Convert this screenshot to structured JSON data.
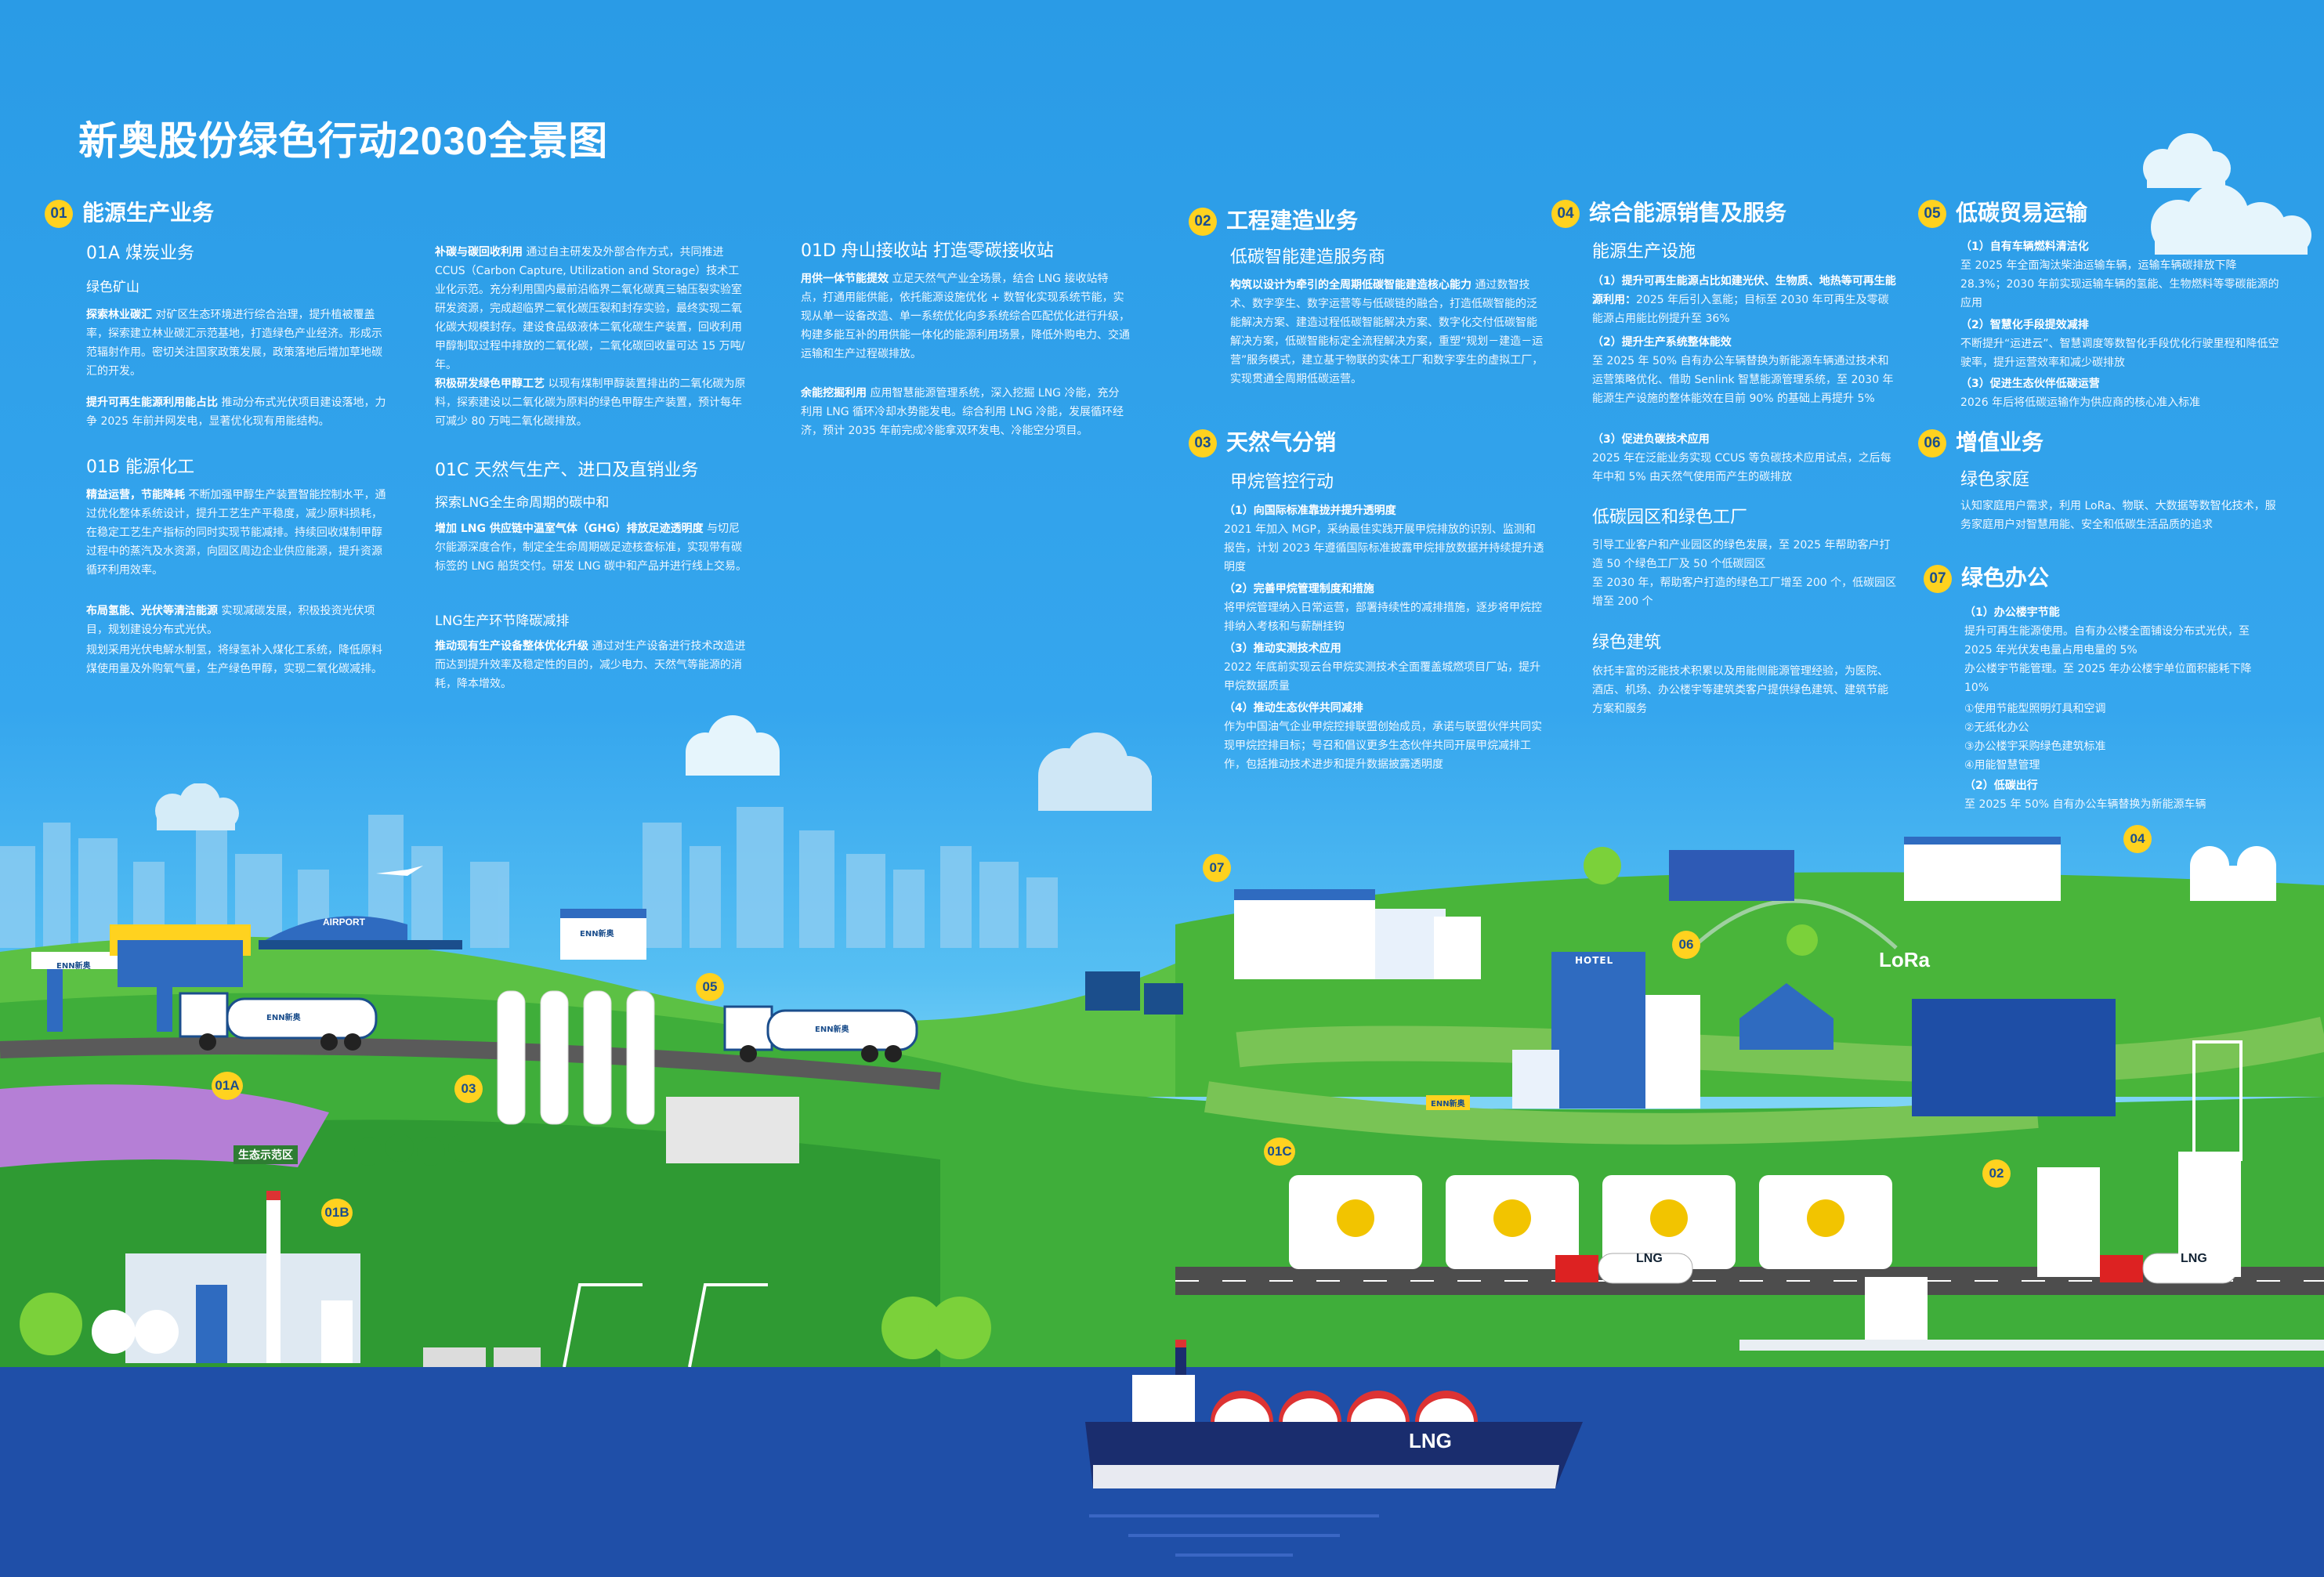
{
  "title": "新奥股份绿色行动2030全景图",
  "colors": {
    "sky": "#2a9be6",
    "badge": "#ffd21f",
    "grass": "#3fae3a",
    "sea": "#1f4fa8"
  },
  "left": {
    "s01": {
      "num": "01",
      "title": "能源生产业务"
    },
    "s01a": {
      "title": "01A 煤炭业务",
      "sub": "绿色矿山",
      "p1_b": "探索林业碳汇",
      "p1": "对矿区生态环境进行综合治理，提升植被覆盖率，探索建立林业碳汇示范基地，打造绿色产业经济。形成示范辐射作用。密切关注国家政策发展，政策落地后增加草地碳汇的开发。",
      "p2_b": "提升可再生能源利用能占比",
      "p2": "推动分布式光伏项目建设落地，力争 2025 年前并网发电，显著优化现有用能结构。"
    },
    "s01b": {
      "title": "01B 能源化工",
      "p1_b": "精益运营，节能降耗",
      "p1": "不断加强甲醇生产装置智能控制水平，通过优化整体系统设计，提升工艺生产平稳度，减少原料损耗，在稳定工艺生产指标的同时实现节能减排。持续回收煤制甲醇过程中的蒸汽及水资源，向园区周边企业供应能源，提升资源循环利用效率。",
      "p2_b": "布局氢能、光伏等清洁能源",
      "p2": "实现减碳发展，积极投资光伏项目，规划建设分布式光伏。",
      "p3": "规划采用光伏电解水制氢，将绿氢补入煤化工系统，降低原料煤使用量及外购氧气量，生产绿色甲醇，实现二氧化碳减排。"
    }
  },
  "mid": {
    "ccus_b": "补碳与碳回收利用",
    "ccus": "通过自主研发及外部合作方式，共同推进 CCUS（Carbon Capture, Utilization and Storage）技术工业化示范。充分利用国内最前沿临界二氧化碳真三轴压裂实验室研发资源，完成超临界二氧化碳压裂和封存实验，最终实现二氧化碳大规模封存。建设食品级液体二氧化碳生产装置，回收利用甲醇制取过程中排放的二氧化碳，二氧化碳回收量可达 15 万吨/年。",
    "ccus2_b": "积极研发绿色甲醇工艺",
    "ccus2": "以现有煤制甲醇装置排出的二氧化碳为原料，探索建设以二氧化碳为原料的绿色甲醇生产装置，预计每年可减少 80 万吨二氧化碳排放。",
    "s01c": {
      "title": "01C 天然气生产、进口及直销业务",
      "sub": "探索LNG全生命周期的碳中和",
      "p1_b": "增加 LNG 供应链中温室气体（GHG）排放足迹透明度",
      "p1": "与切尼尔能源深度合作，制定全生命周期碳足迹核查标准，实现带有碳标签的 LNG 船货交付。研发 LNG 碳中和产品并进行线上交易。",
      "sub2": "LNG生产环节降碳减排",
      "p2_b": "推动现有生产设备整体优化升级",
      "p2": "通过对生产设备进行技术改造进而达到提升效率及稳定性的目的，减少电力、天然气等能源的消耗，降本增效。"
    },
    "s01d": {
      "title": "01D 舟山接收站    打造零碳接收站",
      "p1_b": "用供一体节能提效",
      "p1": "立足天然气产业全场景，结合 LNG 接收站特点，打通用能供能，依托能源设施优化 + 数智化实现系统节能，实现从单一设备改造、单一系统优化向多系统综合匹配优化进行升级，构建多能互补的用供能一体化的能源利用场景，降低外购电力、交通运输和生产过程碳排放。",
      "p2_b": "余能挖掘利用",
      "p2": "应用智慧能源管理系统，深入挖掘 LNG 冷能，充分利用 LNG 循环冷却水势能发电。综合利用 LNG 冷能，发展循环经济，预计 2035 年前完成冷能拿双环发电、冷能空分项目。"
    }
  },
  "right1": {
    "s02": {
      "num": "02",
      "title": "工程建造业务",
      "sub": "低碳智能建造服务商",
      "p1_b": "构筑以设计为牵引的全周期低碳智能建造核心能力",
      "p1": "通过数智技术、数字孪生、数字运营等与低碳链的融合，打造低碳智能的泛能解决方案、建造过程低碳智能解决方案、数字化交付低碳智能解决方案，低碳智能标定全流程解决方案，重塑“规划－建造－运营”服务模式，建立基于物联的实体工厂和数字孪生的虚拟工厂，实现贯通全周期低碳运营。"
    },
    "s03": {
      "num": "03",
      "title": "天然气分销",
      "sub": "甲烷管控行动",
      "i1_b": "（1）向国际标准靠拢并提升透明度",
      "i1": "2021 年加入 MGP，采纳最佳实践开展甲烷排放的识别、监测和报告，计划 2023 年遵循国际标准披露甲烷排放数据并持续提升透明度",
      "i2_b": "（2）完善甲烷管理制度和措施",
      "i2": "将甲烷管理纳入日常运营，部署持续性的减排措施，逐步将甲烷控排纳入考核和与薪酬挂钩",
      "i3_b": "（3）推动实测技术应用",
      "i3": "2022 年底前实现云台甲烷实测技术全面覆盖城燃项目厂站，提升甲烷数据质量",
      "i4_b": "（4）推动生态伙伴共同减排",
      "i4": "作为中国油气企业甲烷控排联盟创始成员，承诺与联盟伙伴共同实现甲烷控排目标；号召和倡议更多生态伙伴共同开展甲烷减排工作，包括推动技术进步和提升数据披露透明度"
    }
  },
  "right2": {
    "s04": {
      "num": "04",
      "title": "综合能源销售及服务",
      "sub": "能源生产设施",
      "i1_b": "（1）提升可再生能源占比如建光伏、生物质、地热等可再生能源利用：",
      "i1": "2025 年后引入氢能；目标至 2030 年可再生及零碳能源占用能比例提升至 36%",
      "i2_b": "（2）提升生产系统整体能效",
      "i2": "至 2025 年 50% 自有办公车辆替换为新能源车辆通过技术和运营策略优化、借助 Senlink 智慧能源管理系统，至 2030 年能源生产设施的整体能效在目前 90% 的基础上再提升 5%",
      "i3_b": "（3）促进负碳技术应用",
      "i3": "2025 年在泛能业务实现 CCUS 等负碳技术应用试点，之后每年中和 5% 由天然气使用而产生的碳排放",
      "sub2": "低碳园区和绿色工厂",
      "p2": "引导工业客户和产业园区的绿色发展，至 2025 年帮助客户打造 50 个绿色工厂及 50 个低碳园区\n至 2030 年，帮助客户打造的绿色工厂增至 200 个，低碳园区增至 200 个",
      "sub3": "绿色建筑",
      "p3": "依托丰富的泛能技术积累以及用能侧能源管理经验，为医院、酒店、机场、办公楼宇等建筑类客户提供绿色建筑、建筑节能方案和服务"
    }
  },
  "right3": {
    "s05": {
      "num": "05",
      "title": "低碳贸易运输",
      "i1_b": "（1）自有车辆燃料清洁化",
      "i1": "至 2025 年全面淘汰柴油运输车辆，运输车辆碳排放下降 28.3%；2030 年前实现运输车辆的氢能、生物燃料等零碳能源的应用",
      "i2_b": "（2）智慧化手段提效减排",
      "i2": "不断提升“运进云”、智慧调度等数智化手段优化行驶里程和降低空驶率，提升运营效率和减少碳排放",
      "i3_b": "（3）促进生态伙伴低碳运营",
      "i3": "2026 年后将低碳运输作为供应商的核心准入标准"
    },
    "s06": {
      "num": "06",
      "title": "增值业务",
      "sub": "绿色家庭",
      "p1": "认知家庭用户需求，利用 LoRa、物联、大数据等数智化技术，服务家庭用户对智慧用能、安全和低碳生活品质的追求"
    },
    "s07": {
      "num": "07",
      "title": "绿色办公",
      "i1_b": "（1）办公楼宇节能",
      "i1": "提升可再生能源使用。自有办公楼全面铺设分布式光伏，至 2025 年光伏发电量占用电量的 5%\n办公楼宇节能管理。至 2025 年办公楼宇单位面积能耗下降 10%",
      "l1": "①使用节能型照明灯具和空调",
      "l2": "②无纸化办公",
      "l3": "③办公楼宇采购绿色建筑标准",
      "l4": "④用能智慧管理",
      "i2_b": "（2）低碳出行",
      "i2": "至 2025 年 50% 自有办公车辆替换为新能源车辆"
    }
  },
  "scene": {
    "badges": [
      "07",
      "04",
      "05",
      "06",
      "01A",
      "03",
      "01C",
      "02",
      "01B"
    ],
    "eco_label": "生态示范区",
    "lora": "LoRa",
    "airport": "AIRPORT",
    "hotel": "HOTEL",
    "ship_label": "LNG",
    "truck_label": "LNG",
    "brand": "ENN新奥"
  }
}
